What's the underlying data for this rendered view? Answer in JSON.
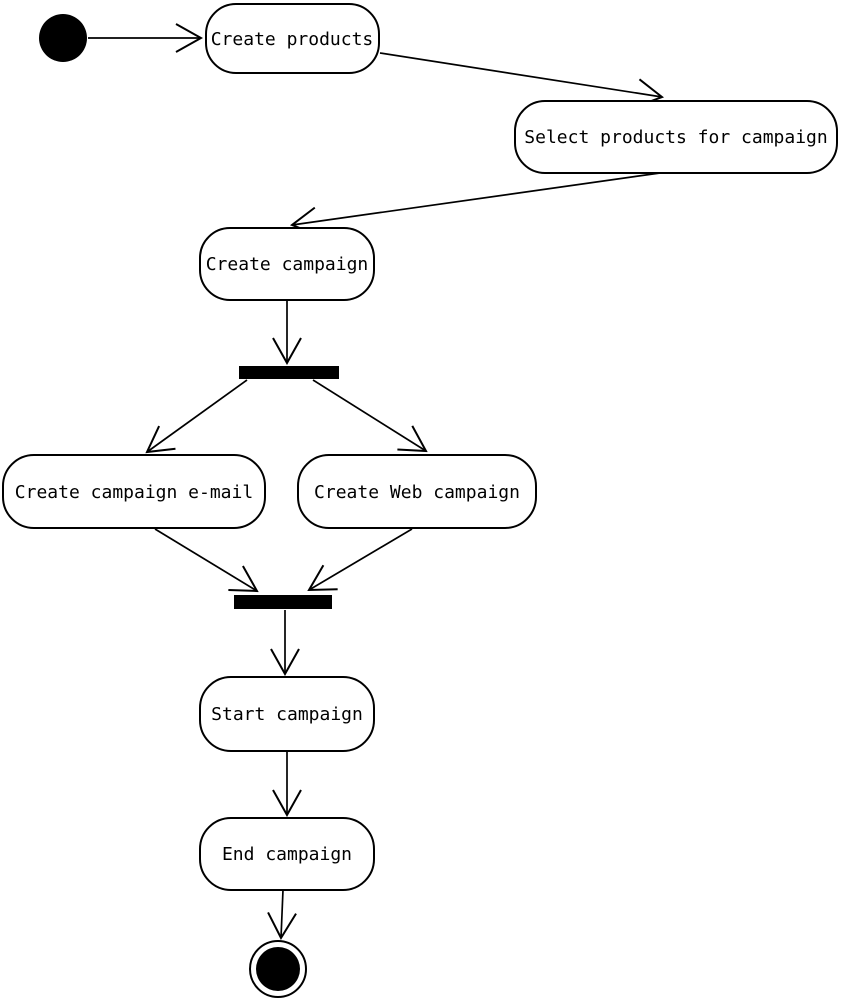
{
  "diagram": {
    "kind": "uml-activity-diagram",
    "colors": {
      "background": "#ffffff",
      "stroke": "#000000",
      "node_fill": "#ffffff",
      "bar_fill": "#000000"
    },
    "nodes": {
      "initial": {
        "type": "initial-state",
        "label": ""
      },
      "create_products": {
        "type": "action",
        "label": "Create products"
      },
      "select_products_for_campaign": {
        "type": "action",
        "label": "Select products for campaign"
      },
      "create_campaign": {
        "type": "action",
        "label": "Create campaign"
      },
      "fork": {
        "type": "fork-bar",
        "label": ""
      },
      "create_campaign_email": {
        "type": "action",
        "label": "Create campaign e-mail"
      },
      "create_web_campaign": {
        "type": "action",
        "label": "Create Web campaign"
      },
      "join": {
        "type": "join-bar",
        "label": ""
      },
      "start_campaign": {
        "type": "action",
        "label": "Start campaign"
      },
      "end_campaign": {
        "type": "action",
        "label": "End campaign"
      },
      "final": {
        "type": "final-state",
        "label": ""
      }
    },
    "edges": [
      {
        "from": "initial",
        "to": "create_products"
      },
      {
        "from": "create_products",
        "to": "select_products_for_campaign"
      },
      {
        "from": "select_products_for_campaign",
        "to": "create_campaign"
      },
      {
        "from": "create_campaign",
        "to": "fork"
      },
      {
        "from": "fork",
        "to": "create_campaign_email"
      },
      {
        "from": "fork",
        "to": "create_web_campaign"
      },
      {
        "from": "create_campaign_email",
        "to": "join"
      },
      {
        "from": "create_web_campaign",
        "to": "join"
      },
      {
        "from": "join",
        "to": "start_campaign"
      },
      {
        "from": "start_campaign",
        "to": "end_campaign"
      },
      {
        "from": "end_campaign",
        "to": "final"
      }
    ]
  }
}
